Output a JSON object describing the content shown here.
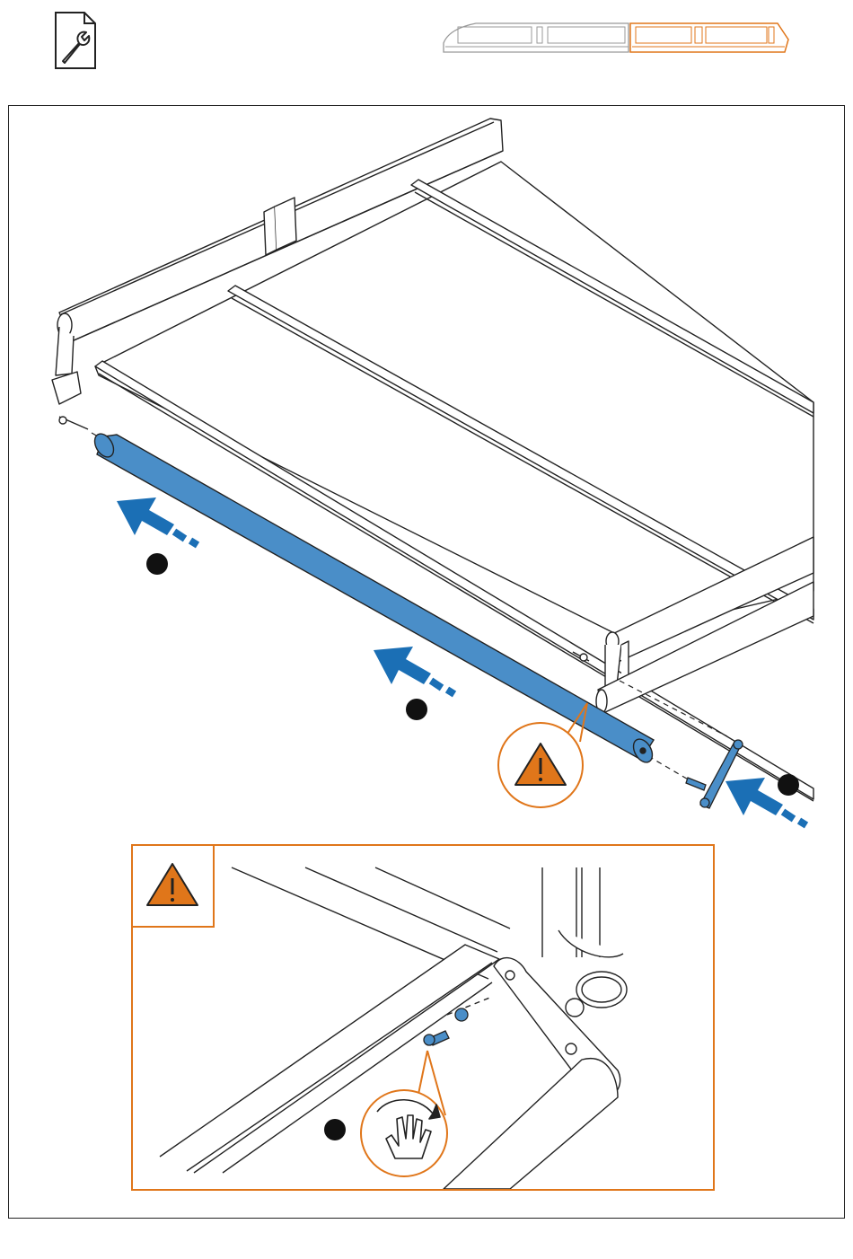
{
  "header": {
    "tool_icon": "wrench-document-icon",
    "progress_icon": "ladder-progress-icon"
  },
  "colors": {
    "accent": "#e0761a",
    "part": "#4a8ec8",
    "arrow": "#1b6fb5",
    "line": "#222222"
  },
  "icons": {
    "warning": "warning-triangle-icon",
    "hand_rotate": "hand-rotate-icon",
    "assembly_arrow": "assembly-arrow-icon"
  },
  "steps": [
    {
      "id": "step-marker-1"
    },
    {
      "id": "step-marker-2"
    },
    {
      "id": "step-marker-3"
    },
    {
      "id": "step-marker-4"
    }
  ]
}
